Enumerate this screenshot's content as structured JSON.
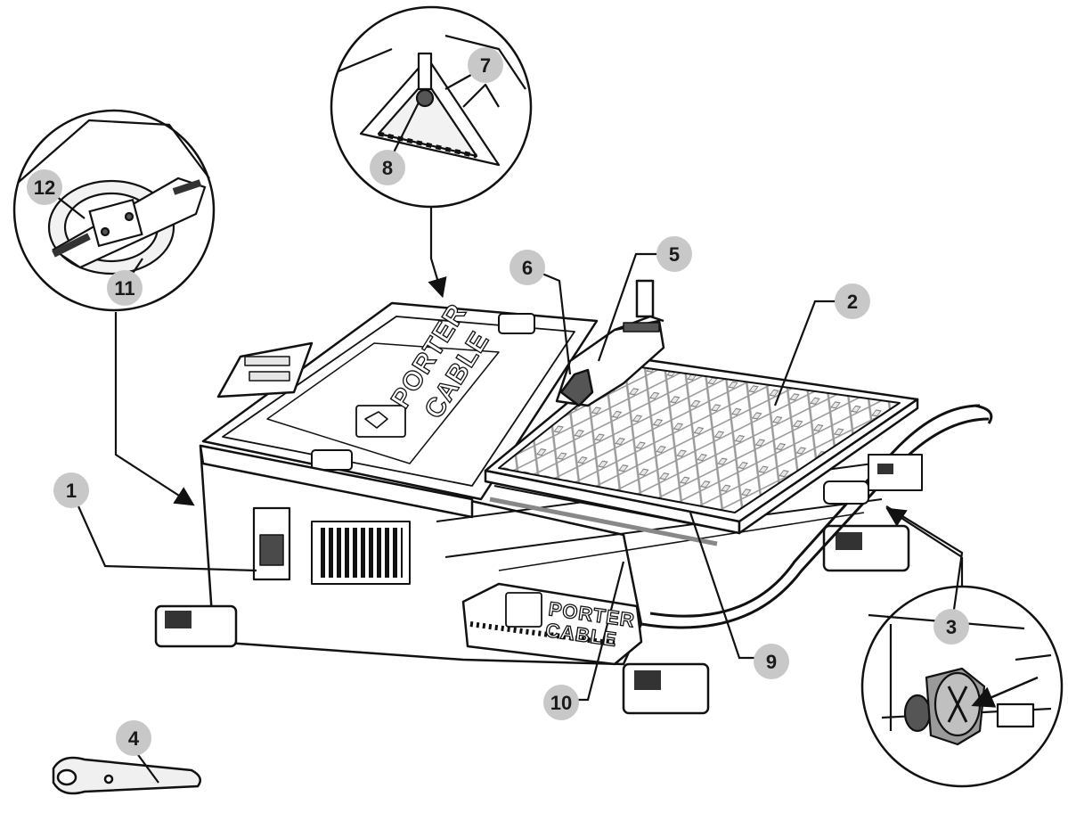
{
  "diagram": {
    "brand": {
      "line1": "PORTER",
      "line2": "CABLE"
    },
    "callouts": [
      {
        "id": "1",
        "label": "1"
      },
      {
        "id": "2",
        "label": "2"
      },
      {
        "id": "3",
        "label": "3"
      },
      {
        "id": "4",
        "label": "4"
      },
      {
        "id": "5",
        "label": "5"
      },
      {
        "id": "6",
        "label": "6"
      },
      {
        "id": "7",
        "label": "7"
      },
      {
        "id": "8",
        "label": "8"
      },
      {
        "id": "9",
        "label": "9"
      },
      {
        "id": "10",
        "label": "10"
      },
      {
        "id": "11",
        "label": "11"
      },
      {
        "id": "12",
        "label": "12"
      }
    ],
    "colors": {
      "line": "#111111",
      "callout_fill": "#c8c8c8",
      "tile_grid": "#bdbdbd",
      "metal": "#d9d9d9",
      "background": "#ffffff"
    }
  }
}
